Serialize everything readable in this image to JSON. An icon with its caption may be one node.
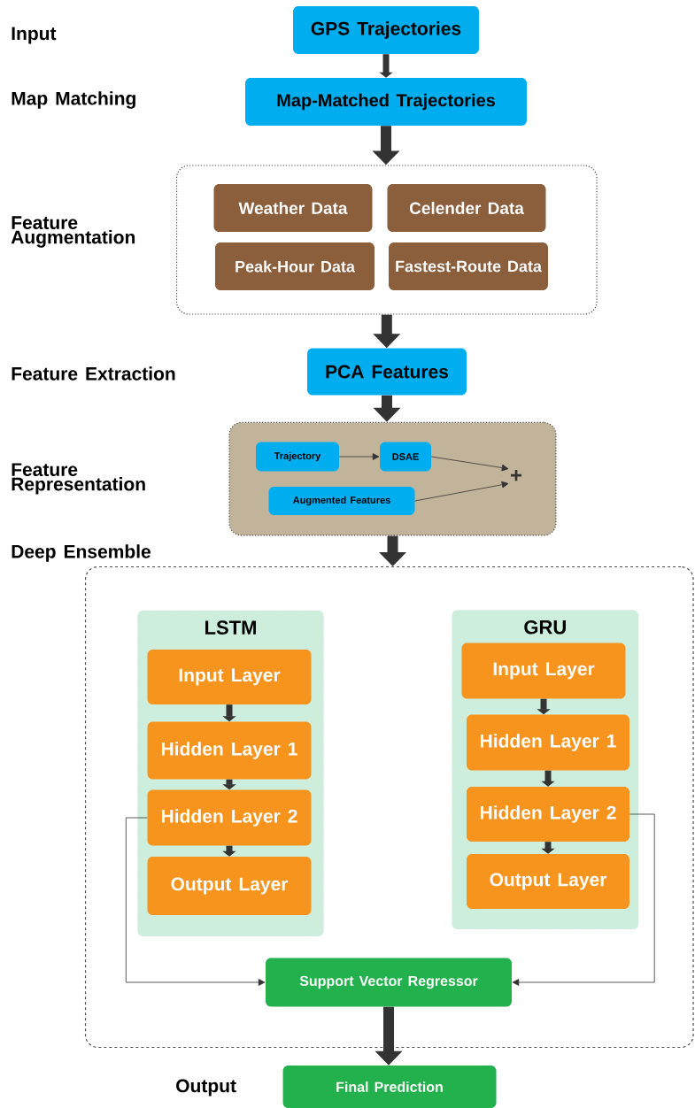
{
  "diagram": {
    "nodes": [
      {
        "text": [
          "GPS Trajectories"
        ]
      },
      {
        "text": [
          "Map-Matched Trajectories"
        ]
      },
      {
        "text": [],
        "shape": "box"
      },
      {
        "text": [
          "Weather Data"
        ],
        "in": 2
      },
      {
        "text": [
          "Celender Data"
        ],
        "in": 2
      },
      {
        "text": [
          "Peak-Hour Data"
        ],
        "in": 2
      },
      {
        "text": [
          "Fastest-Route Data"
        ],
        "in": 2
      },
      {
        "text": [
          "PCA Features"
        ]
      },
      {
        "text": [],
        "shape": "box"
      },
      {
        "text": [
          "Trajectory"
        ],
        "in": 8
      },
      {
        "text": [
          "DSAE"
        ],
        "in": 8
      },
      {
        "text": [
          "Augmented Features"
        ],
        "in": 8
      },
      {
        "text": [
          "+"
        ],
        "in": 8
      },
      {
        "text": [],
        "shape": "box"
      },
      {
        "text": [
          "LSTM"
        ],
        "in": 13
      },
      {
        "text": [
          "Input Layer"
        ],
        "in": 14
      },
      {
        "text": [
          "Hidden Layer 1"
        ],
        "in": 14
      },
      {
        "text": [
          "Hidden Layer 2"
        ],
        "in": 14
      },
      {
        "text": [
          "Output Layer"
        ],
        "in": 14
      },
      {
        "text": [
          "GRU"
        ],
        "in": 13
      },
      {
        "text": [
          "Input Layer"
        ],
        "in": 19
      },
      {
        "text": [
          "Hidden Layer 1"
        ],
        "in": 19
      },
      {
        "text": [
          "Hidden Layer 2"
        ],
        "in": 19
      },
      {
        "text": [
          "Output Layer"
        ],
        "in": 19
      },
      {
        "text": [
          "Support Vector Regressor"
        ],
        "in": 13
      },
      {
        "text": [
          "Final Prediction"
        ]
      }
    ],
    "edges": [
      {
        "from": 0,
        "to": 1,
        "arrow": "to"
      },
      {
        "from": 1,
        "to": 2,
        "arrow": "to"
      },
      {
        "from": 2,
        "to": 7,
        "arrow": "to"
      },
      {
        "from": 7,
        "to": 8,
        "arrow": "to"
      },
      {
        "from": 9,
        "to": 10,
        "arrow": "to"
      },
      {
        "from": 10,
        "to": 12,
        "arrow": "to"
      },
      {
        "from": 11,
        "to": 12,
        "arrow": "to"
      },
      {
        "from": 8,
        "to": 13,
        "arrow": "to"
      },
      {
        "from": 15,
        "to": 16,
        "arrow": "to"
      },
      {
        "from": 16,
        "to": 17,
        "arrow": "to"
      },
      {
        "from": 17,
        "to": 18,
        "arrow": "to"
      },
      {
        "from": 20,
        "to": 21,
        "arrow": "to"
      },
      {
        "from": 21,
        "to": 22,
        "arrow": "to"
      },
      {
        "from": 22,
        "to": 23,
        "arrow": "to"
      },
      {
        "from": 17,
        "to": 24,
        "arrow": "to"
      },
      {
        "from": 22,
        "to": 24,
        "arrow": "to"
      },
      {
        "from": 24,
        "to": 25,
        "arrow": "to"
      }
    ],
    "labels": [
      "Input",
      "Map Matching",
      "Feature Augmentation",
      "Feature Extraction",
      "Feature Representation",
      "Deep Ensemble",
      "Output"
    ]
  }
}
